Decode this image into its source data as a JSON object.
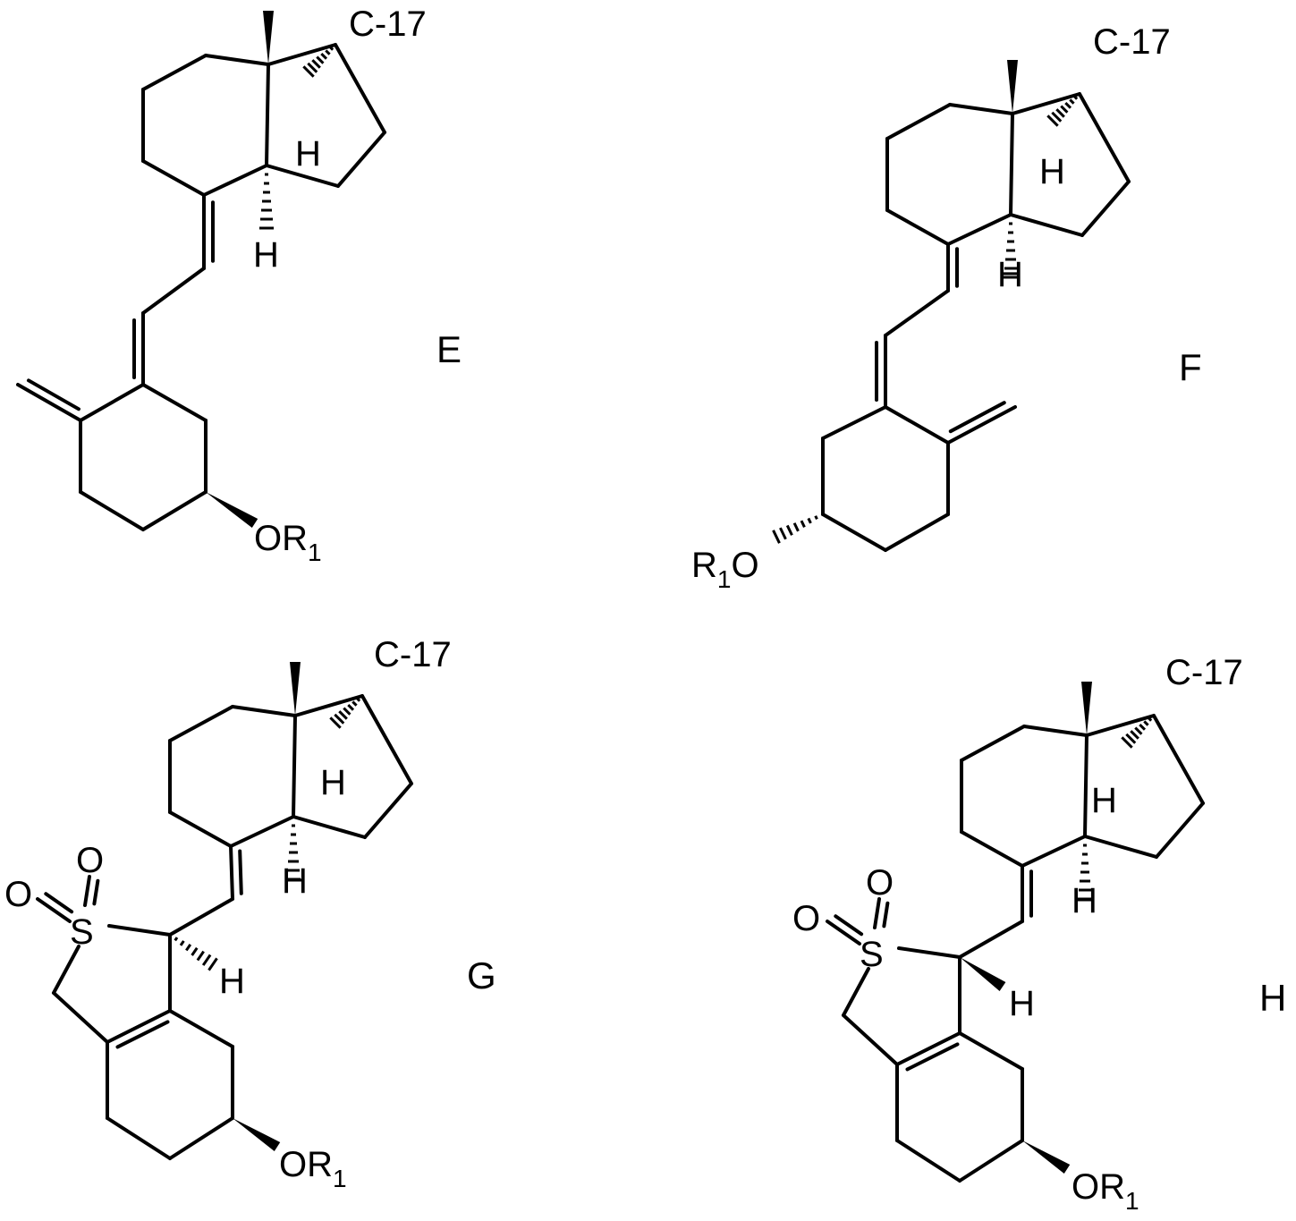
{
  "compounds": [
    {
      "id": "E",
      "label": "E",
      "position_label": "C-17",
      "substituent": "OR",
      "substituent_sub": "1",
      "hydrogen": "H"
    },
    {
      "id": "F",
      "label": "F",
      "position_label": "C-17",
      "substituent": "R",
      "substituent_sub": "1",
      "substituent_tail": "O",
      "hydrogen": "H"
    },
    {
      "id": "G",
      "label": "G",
      "position_label": "C-17",
      "substituent": "OR",
      "substituent_sub": "1",
      "hydrogen": "H",
      "sulfur": "S",
      "oxygen": "O"
    },
    {
      "id": "H",
      "label": "H",
      "position_label": "C-17",
      "substituent": "OR",
      "substituent_sub": "1",
      "hydrogen": "H",
      "sulfur": "S",
      "oxygen": "O"
    }
  ]
}
